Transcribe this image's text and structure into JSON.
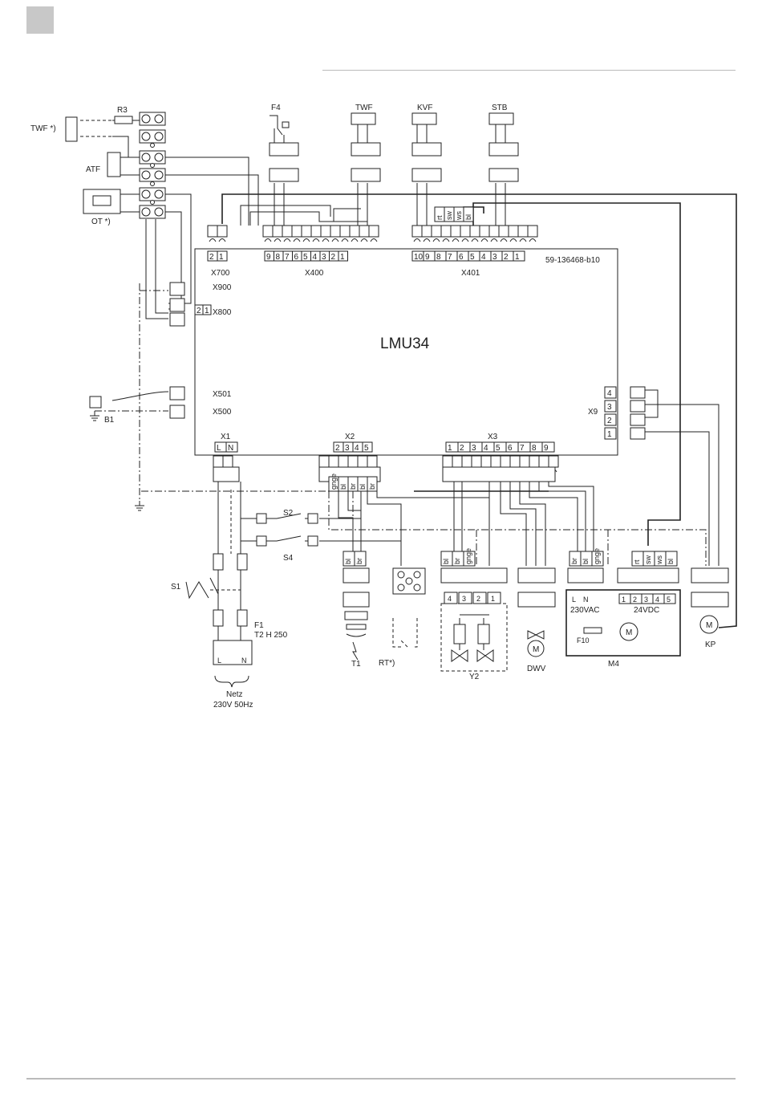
{
  "main_board": {
    "title": "LMU34",
    "part_number": "59-136468-b10"
  },
  "connectors": {
    "x700": "X700",
    "x400": "X400",
    "x401": "X401",
    "x900": "X900",
    "x800": "X800",
    "x501": "X501",
    "x500": "X500",
    "x1": "X1",
    "x2": "X2",
    "x3": "X3",
    "x9": "X9"
  },
  "pins": {
    "x700": [
      "2",
      "1"
    ],
    "x400": [
      "9",
      "8",
      "7",
      "6",
      "5",
      "4",
      "3",
      "2",
      "1"
    ],
    "x401": [
      "10",
      "9",
      "8",
      "7",
      "6",
      "5",
      "4",
      "3",
      "2",
      "1"
    ],
    "x800": [
      "2",
      "1"
    ],
    "x1": [
      "L",
      "N"
    ],
    "x2": [
      "2",
      "3",
      "4",
      "5"
    ],
    "x3": [
      "1",
      "2",
      "3",
      "4",
      "5",
      "6",
      "7",
      "8",
      "9"
    ],
    "x9": [
      "4",
      "3",
      "2",
      "1"
    ]
  },
  "components": {
    "twf_left": "TWF *)",
    "r3": "R3",
    "atf": "ATF",
    "ot": "OT *)",
    "f4": "F4",
    "twf_top": "TWF",
    "kvf": "KVF",
    "stb": "STB",
    "b1": "B1",
    "s1": "S1",
    "s2": "S2",
    "s4": "S4",
    "f1": "F1",
    "f1_rating": "T2 H 250",
    "mains": "Netz",
    "mains_spec": "230V 50Hz",
    "t1": "T1",
    "rt": "RT*)",
    "y2": "Y2",
    "dwv": "DWV",
    "m4": "M4",
    "m4_ac": "230VAC",
    "m4_dc": "24VDC",
    "f10": "F10",
    "kp": "KP",
    "motor": "M"
  },
  "wire_colors": {
    "x401": [
      "rt",
      "sw",
      "ws",
      "bl"
    ],
    "x2": [
      "gnge",
      "bl",
      "br",
      "bl",
      "br"
    ],
    "t1": [
      "bl",
      "br"
    ],
    "y2": [
      "bl",
      "br",
      "gnge"
    ],
    "y2_pins": [
      "4",
      "3",
      "2",
      "1"
    ],
    "m4_ac": [
      "br",
      "bl",
      "gnge"
    ],
    "m4_dc": [
      "rt",
      "sw",
      "ws",
      "bl"
    ],
    "m4_ac_pins": [
      "L",
      "N"
    ],
    "m4_dc_pins": [
      "1",
      "2",
      "3",
      "4",
      "5"
    ],
    "mains_pins": [
      "L",
      "N"
    ]
  }
}
